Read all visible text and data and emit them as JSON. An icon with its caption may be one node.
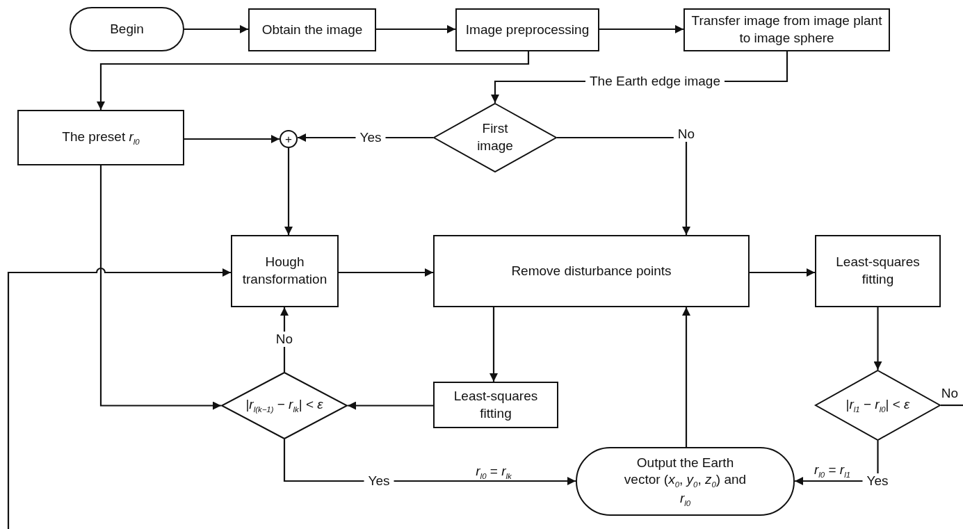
{
  "diagram": {
    "nodes": [
      {
        "text": [
          "Begin"
        ]
      },
      {
        "text": [
          "Obtain the image"
        ]
      },
      {
        "text": [
          "Image preprocessing"
        ]
      },
      {
        "text": [
          "Transfer image from image plant to image sphere"
        ]
      },
      {
        "text": [
          "The preset *r*$_{l0}$"
        ]
      },
      {
        "text": [
          "First image"
        ]
      },
      {
        "text": [
          "+"
        ]
      },
      {
        "text": [
          "Hough transformation"
        ]
      },
      {
        "text": [
          "Remove disturbance points"
        ]
      },
      {
        "text": [
          "Least-squares fitting"
        ]
      },
      {
        "text": [
          "|*r*$_{l(k−1)}$ − *r*$_{lk}$| < *ε*"
        ]
      },
      {
        "text": [
          "Least-squares fitting"
        ]
      },
      {
        "text": [
          "|*r*$_{l1}$ − *r*$_{l0}$| < *ε*"
        ]
      },
      {
        "text": [
          "Output the Earth vector (*x*$_{0}$, *y*$_{0}$, *z*$_{0}$) and *r*$_{l0}$"
        ]
      }
    ],
    "edges": [
      {
        "from": 0,
        "to": 1,
        "arrow": "to"
      },
      {
        "from": 1,
        "to": 2,
        "arrow": "to"
      },
      {
        "from": 2,
        "to": 3,
        "arrow": "to"
      },
      {
        "from": 2,
        "to": 4,
        "arrow": "to"
      },
      {
        "from": 3,
        "to": 5,
        "arrow": "to",
        "label": "The Earth edge image"
      },
      {
        "from": 5,
        "to": 6,
        "arrow": "to",
        "label": "Yes"
      },
      {
        "from": 5,
        "to": 8,
        "arrow": "to",
        "label": "No"
      },
      {
        "from": 4,
        "to": 6,
        "arrow": "to"
      },
      {
        "from": 6,
        "to": 7,
        "arrow": "to"
      },
      {
        "from": 4,
        "to": 10,
        "arrow": "to"
      },
      {
        "from": null,
        "to": 7,
        "arrow": "to"
      },
      {
        "from": 7,
        "to": 8,
        "arrow": "to"
      },
      {
        "from": 8,
        "to": 9,
        "arrow": "to"
      },
      {
        "from": 8,
        "to": 11,
        "arrow": "to"
      },
      {
        "from": 11,
        "to": 10,
        "arrow": "to"
      },
      {
        "from": 10,
        "to": 7,
        "arrow": "to",
        "label": "No"
      },
      {
        "from": 10,
        "to": 13,
        "arrow": "to",
        "label": "Yes"
      },
      {
        "from": 9,
        "to": 12,
        "arrow": "to"
      },
      {
        "from": 12,
        "to": 13,
        "arrow": "to",
        "label": "Yes"
      },
      {
        "from": 12,
        "to": null,
        "arrow": "none",
        "label": "No"
      },
      {
        "from": 13,
        "to": 8,
        "arrow": "to"
      }
    ],
    "labels": [
      "*r*$_{l0}$ = *r*$_{lk}$",
      "*r*$_{l0}$ = *r*$_{l1}$"
    ]
  }
}
